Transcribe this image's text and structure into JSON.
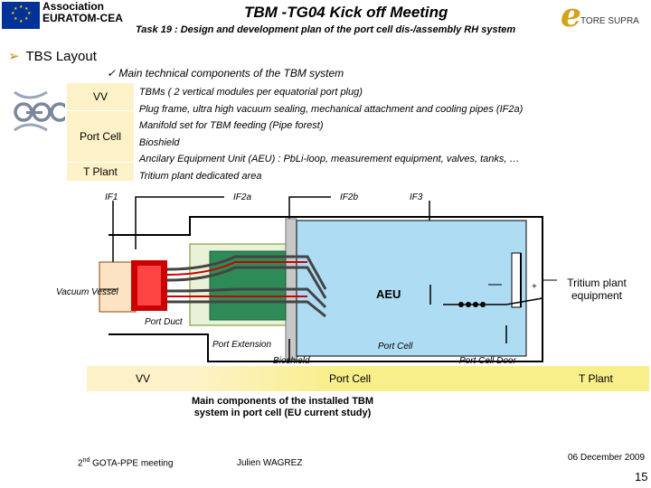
{
  "header": {
    "association": [
      "Association",
      "EURATOM-CEA"
    ],
    "title": "TBM -TG04 Kick off Meeting",
    "subtitle": "Task 19 : Design and development plan of the port cell dis-/assembly RH system",
    "logo_text": "TORE SUPRA"
  },
  "section": {
    "heading": "TBS Layout",
    "check_label": "Main technical components of the TBM system",
    "bullets": [
      "TBMs ( 2 vertical modules per equatorial port plug)",
      "Plug frame, ultra high vacuum sealing, mechanical attachment and cooling pipes (IF2a)",
      "Manifold set for TBM feeding (Pipe forest)",
      "Bioshield",
      "Ancilary Equipment Unit (AEU) : PbLi-loop, measurement equipment, valves, tanks, …",
      "Tritium plant dedicated area"
    ]
  },
  "side_boxes": {
    "vv": "VV",
    "port_cell": "Port Cell",
    "t_plant": "T Plant"
  },
  "diagram": {
    "if1": "IF1",
    "if2a": "IF2a",
    "if2b": "IF2b",
    "if3": "IF3",
    "vacuum_vessel": "Vacuum Vessel",
    "aeu": "AEU",
    "plus": "+",
    "tritium": [
      "Tritium plant",
      "equipment"
    ],
    "port_duct": "Port Duct",
    "port_extension": "Port Extension",
    "port_cell": "Port Cell",
    "bioshield": "Bioshield",
    "port_cell_door": "Port Cell Door"
  },
  "bar": {
    "vv": "VV",
    "port_cell": "Port Cell",
    "t_plant": "T Plant"
  },
  "caption": [
    "Main components of the installed TBM",
    "system in port cell (EU current study)"
  ],
  "footer": {
    "meeting_num": "2",
    "meeting_sup": "nd",
    "meeting_rest": " GOTA-PPE meeting",
    "author": "Julien WAGREZ",
    "date": "06 December 2009",
    "page": "15"
  },
  "colors": {
    "accent_arrow": "#c88a0a",
    "box_fill": "#fdf2c7",
    "aeu_fill": "#aedcf3",
    "plug_red": "#cc0000",
    "plug_green": "#2e8b57"
  }
}
